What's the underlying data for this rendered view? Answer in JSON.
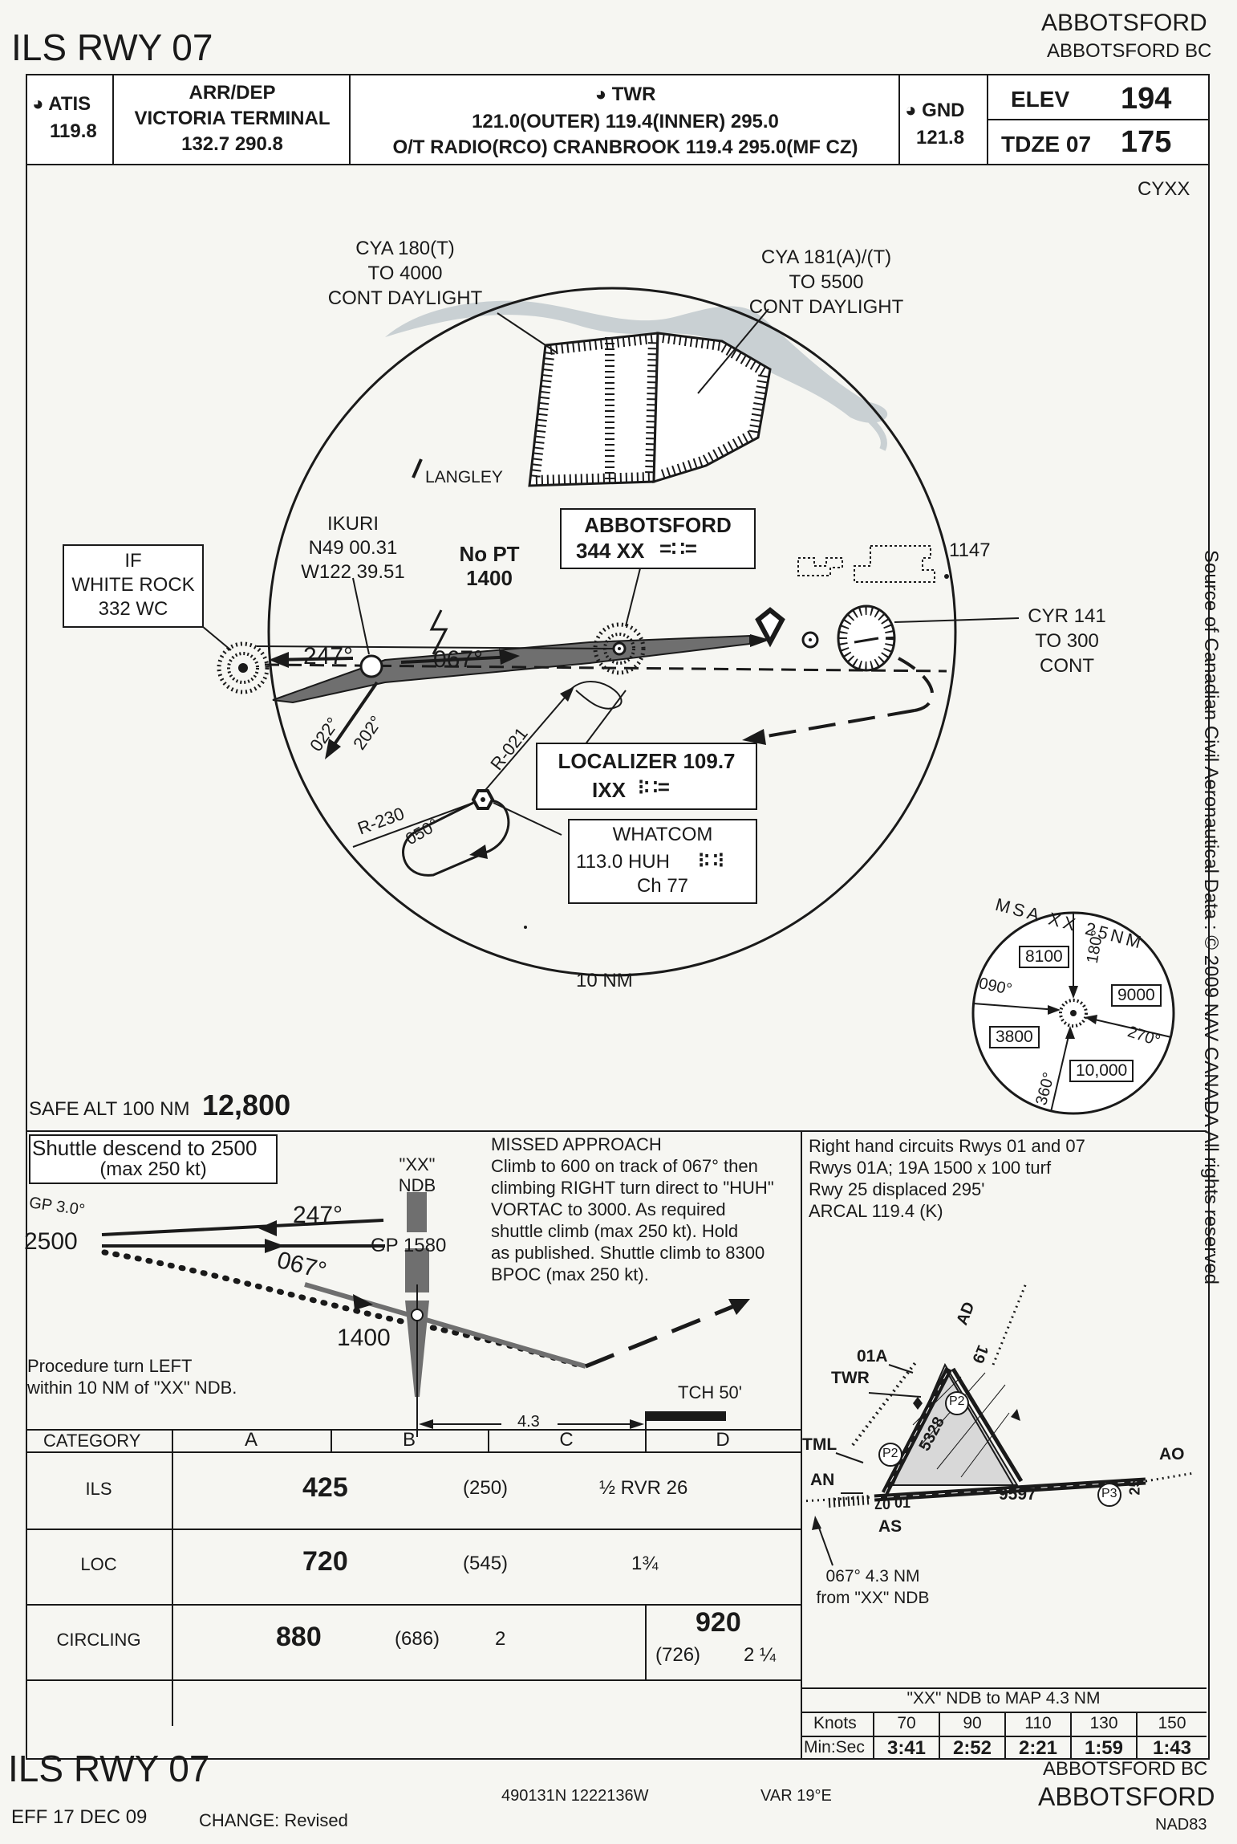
{
  "header": {
    "title": "ILS RWY 07",
    "city": "ABBOTSFORD",
    "city_prov": "ABBOTSFORD BC",
    "atis_label": "ATIS",
    "atis_freq": "119.8",
    "arrdep_label": "ARR/DEP",
    "arrdep_name": "VICTORIA TERMINAL",
    "arrdep_freq": "132.7 290.8",
    "twr_label": "TWR",
    "twr_line1": "121.0(OUTER)  119.4(INNER)  295.0",
    "twr_line2": "O/T RADIO(RCO) CRANBROOK 119.4 295.0(MF CZ)",
    "gnd_label": "GND",
    "gnd_freq": "121.8",
    "elev_label": "ELEV",
    "elev_value": "194",
    "tdze_label": "TDZE 07",
    "tdze_value": "175",
    "airport_code": "CYXX"
  },
  "plan": {
    "cya180_l1": "CYA 180(T)",
    "cya180_l2": "TO 4000",
    "cya180_l3": "CONT DAYLIGHT",
    "cya181_l1": "CYA 181(A)/(T)",
    "cya181_l2": "TO 5500",
    "cya181_l3": "CONT DAYLIGHT",
    "langley": "LANGLEY",
    "ikuri_l1": "IKURI",
    "ikuri_l2": "N49 00.31",
    "ikuri_l3": "W122 39.51",
    "nopt_l1": "No PT",
    "nopt_l2": "1400",
    "ndb_name": "ABBOTSFORD",
    "ndb_info": "344 XX",
    "obst_elev": "1147",
    "if_l1": "IF",
    "if_l2": "WHITE ROCK",
    "if_l3": "332 WC",
    "crs_247": "247°",
    "crs_067": "067°",
    "crs_022": "022°",
    "crs_202": "202°",
    "r021": "R-021",
    "r230": "R-230",
    "crs_050": "050°",
    "cyr_l1": "CYR 141",
    "cyr_l2": "TO 300",
    "cyr_l3": "CONT",
    "loc_l1": "LOCALIZER 109.7",
    "loc_l2": "IXX",
    "whatcom_l1": "WHATCOM",
    "whatcom_l2": "113.0  HUH",
    "whatcom_l3": "Ch 77",
    "range": "10  NM",
    "msa_title": "MSA  XX  25NM",
    "msa_180": "180°",
    "msa_090": "090°",
    "msa_270": "270°",
    "msa_360": "360°",
    "msa_8100": "8100",
    "msa_9000": "9000",
    "msa_3800": "3800",
    "msa_10000": "10,000",
    "safe_alt_label": "SAFE ALT 100 NM",
    "safe_alt_value": "12,800",
    "source_note": "Source of Canadian Civil Aeronautical Data : © 2009 NAV CANADA All rights reserved"
  },
  "profile": {
    "shuttle_l1": "Shuttle descend to 2500",
    "shuttle_l2": "(max 250 kt)",
    "gp": "GP 3.0°",
    "alt_2500": "2500",
    "crs_247": "247°",
    "crs_067": "067°",
    "ndb_l1": "\"XX\"",
    "ndb_l2": "NDB",
    "gp_1580": "GP 1580",
    "alt_1400": "1400",
    "pt_l1": "Procedure turn LEFT",
    "pt_l2": "within 10 NM of \"XX\" NDB.",
    "tch": "TCH 50'",
    "dist": "4.3",
    "missed_title": "MISSED APPROACH",
    "missed_l1": "Climb to 600 on track of 067° then",
    "missed_l2": "climbing RIGHT turn direct to \"HUH\"",
    "missed_l3": "VORTAC to 3000. As required",
    "missed_l4": "shuttle climb (max 250 kt). Hold",
    "missed_l5": "as published. Shuttle climb to 8300",
    "missed_l6": "BPOC (max 250 kt)."
  },
  "notes": {
    "l1": "Right hand circuits Rwys 01 and 07",
    "l2": "Rwys 01A; 19A 1500 x 100  turf",
    "l3": "Rwy 25 displaced 295'",
    "l4": "ARCAL 119.4 (K)"
  },
  "minima": {
    "cat_label": "CATEGORY",
    "cats": [
      "A",
      "B",
      "C",
      "D"
    ],
    "ils_label": "ILS",
    "ils_da": "425",
    "ils_hat": "(250)",
    "ils_vis": "½ RVR 26",
    "loc_label": "LOC",
    "loc_mda": "720",
    "loc_hat": "(545)",
    "loc_vis": "1¾",
    "circ_label": "CIRCLING",
    "circ_abc_mda": "880",
    "circ_abc_hat": "(686)",
    "circ_abc_vis": "2",
    "circ_d_mda": "920",
    "circ_d_hat": "(726)",
    "circ_d_vis": "2 ¼"
  },
  "airport": {
    "ad": "AD",
    "r19": "19",
    "r01a": "01A",
    "twr": "TWR",
    "tml": "TML",
    "an": "AN",
    "r01": "01",
    "r07": "07",
    "as": "AS",
    "len_5328": "5328",
    "len_9597": "9597",
    "p2a": "P2",
    "p2b": "P2",
    "p3": "P3",
    "r25": "25",
    "ao": "AO",
    "offset_l1": "067°  4.3 NM",
    "offset_l2": "from \"XX\" NDB"
  },
  "timing": {
    "title": "\"XX\" NDB to MAP 4.3 NM",
    "knots_label": "Knots",
    "minsec_label": "Min:Sec",
    "knots": [
      "70",
      "90",
      "110",
      "130",
      "150"
    ],
    "times": [
      "3:41",
      "2:52",
      "2:21",
      "1:59",
      "1:43"
    ]
  },
  "footer": {
    "title": "ILS RWY 07",
    "eff": "EFF 17 DEC 09",
    "change": "CHANGE: Revised",
    "coords": "490131N 1222136W",
    "var": "VAR 19°E",
    "city_prov": "ABBOTSFORD BC",
    "city": "ABBOTSFORD",
    "datum": "NAD83"
  },
  "colors": {
    "ink": "#1a1a1a",
    "paper": "#f6f6f2",
    "river": "#c9d0d3",
    "gray": "#6f6f6f"
  }
}
